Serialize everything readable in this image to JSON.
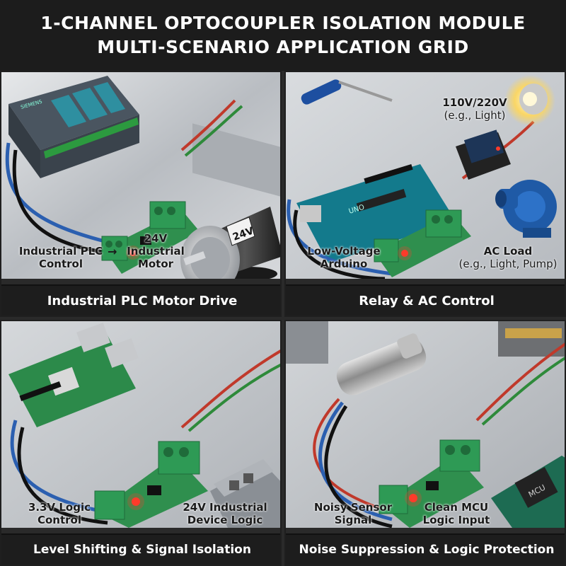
{
  "header": {
    "title_line1": "1-CHANNEL OPTOCOUPLER ISOLATION MODULE",
    "title_line2": "MULTI-SCENARIO APPLICATION GRID"
  },
  "panels": [
    {
      "banner": "Industrial PLC Motor Drive",
      "left_label": [
        "Industrial PLC",
        "Control"
      ],
      "arrow": "→",
      "right_label": [
        "24V",
        "Industrial",
        "Motor"
      ],
      "motor_tag": "24V"
    },
    {
      "banner": "Relay & AC Control",
      "left_label": [
        "Low-Voltage",
        "Arduino"
      ],
      "right_label_title": "AC Load",
      "right_label_sub": "(e.g., Light, Pump)",
      "top_label_title": "110V/220V",
      "top_label_sub": "(e.g., Light)"
    },
    {
      "banner": "Level Shifting & Signal Isolation",
      "left_label": [
        "3.3V Logic",
        "Control"
      ],
      "right_label": [
        "24V Industrial",
        "Device Logic"
      ]
    },
    {
      "banner": "Noise Suppression & Logic Protection",
      "left_label": [
        "Noisy Sensor",
        "Signal"
      ],
      "right_label": [
        "Clean MCU",
        "Logic Input"
      ],
      "chip_tag": "MCU"
    }
  ],
  "colors": {
    "pcb_green": "#2f8f4e",
    "terminal_green": "#2e9a55",
    "wire_blue": "#2b5fb0",
    "wire_red": "#c0392b",
    "wire_black": "#111111",
    "led_red": "#ff3b2a",
    "background_metal": "#c9ccd0"
  }
}
